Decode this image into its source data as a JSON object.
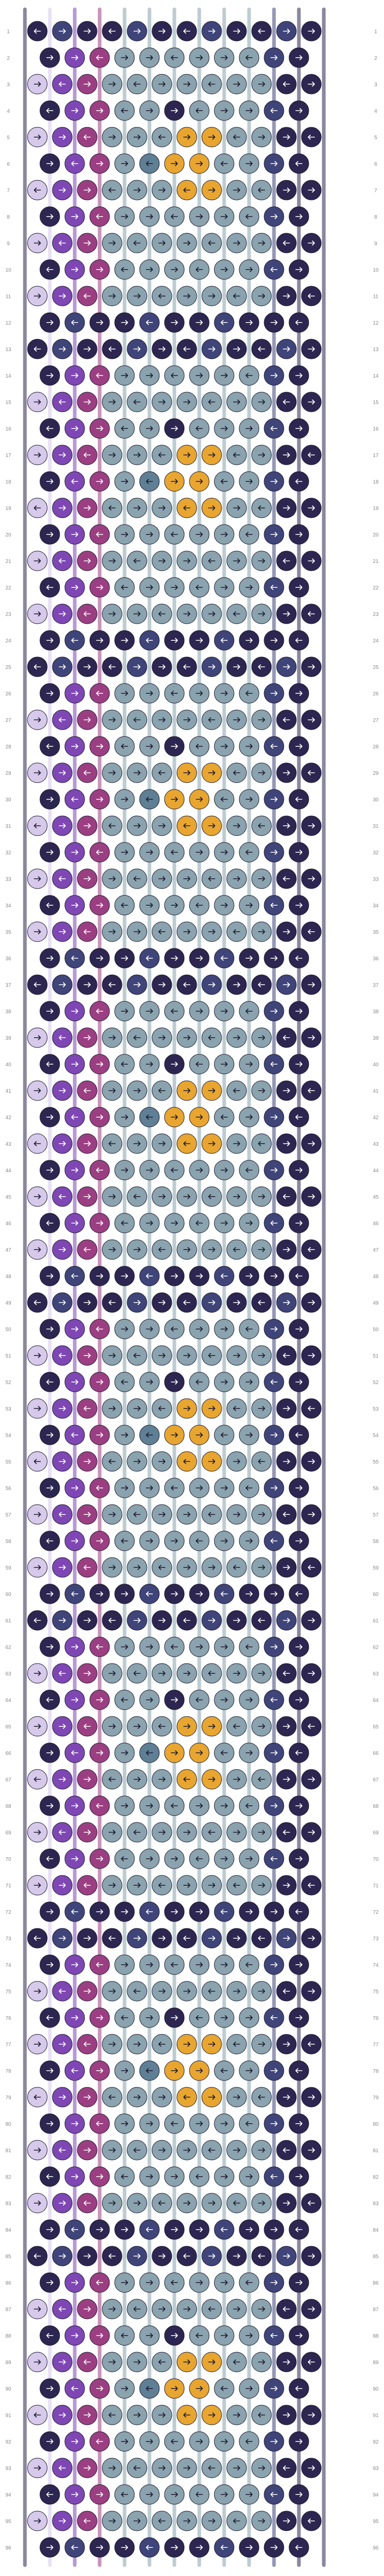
{
  "pattern": {
    "kind": "alpha friendship bracelet pattern",
    "rows": 96,
    "knots_per_row": 12,
    "strings": 13,
    "row_numbers": [
      "1",
      "2",
      "3",
      "4",
      "5",
      "6",
      "7",
      "8",
      "9",
      "10",
      "11",
      "12",
      "13",
      "14",
      "15",
      "16",
      "17",
      "18",
      "19",
      "20",
      "21",
      "22",
      "23",
      "24",
      "25",
      "26",
      "27",
      "28",
      "29",
      "30",
      "31",
      "32",
      "33",
      "34",
      "35",
      "36",
      "37",
      "38",
      "39",
      "40",
      "41",
      "42",
      "43",
      "44",
      "45",
      "46",
      "47",
      "48",
      "49",
      "50",
      "51",
      "52",
      "53",
      "54",
      "55",
      "56",
      "57",
      "58",
      "59",
      "60",
      "61",
      "62",
      "63",
      "64",
      "65",
      "66",
      "67",
      "68",
      "69",
      "70",
      "71",
      "72",
      "73",
      "74",
      "75",
      "76",
      "77",
      "78",
      "79",
      "80",
      "81",
      "82",
      "83",
      "84",
      "85",
      "86",
      "87",
      "88",
      "89",
      "90",
      "91",
      "92",
      "93",
      "94",
      "95",
      "96"
    ]
  },
  "colors": {
    "A": "#2c2650",
    "B": "#3f4479",
    "C": "#8aa3ae",
    "D": "#e8a630",
    "E": "#d6c9ea",
    "F": "#7e47b4",
    "G": "#9b3f82",
    "H": "#5f7f95"
  },
  "icons": {
    "knot": "knot-circle-icon",
    "arrow": "knot-direction-arrow-icon",
    "string": "string-strand-icon"
  }
}
